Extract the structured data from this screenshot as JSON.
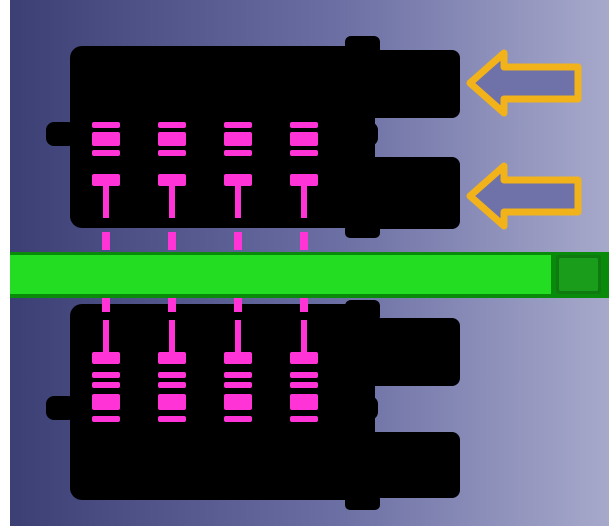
{
  "scene": {
    "name": "lock-mechanism-puzzle",
    "colors": {
      "background_left": "#3b3f73",
      "background_mid": "#6b6fa3",
      "background_right": "#a7a9cb",
      "body": "#000000",
      "pins": "#ff33d6",
      "bar_fill": "#22dd22",
      "bar_dark": "#0a8a0a",
      "bar_tip": "#0f7a0f",
      "arrow_fill": "#6f72a8",
      "arrow_stroke": "#f2b21a"
    },
    "top_block": {
      "pin_count": 4,
      "pin_tabs": 3,
      "arrows": [
        {
          "name": "upper-left-arrow-icon",
          "direction": "left"
        },
        {
          "name": "lower-left-arrow-icon",
          "direction": "left"
        }
      ]
    },
    "bottom_block": {
      "pin_count": 4,
      "pin_tabs": 3
    },
    "bar": {
      "state": "active"
    }
  }
}
